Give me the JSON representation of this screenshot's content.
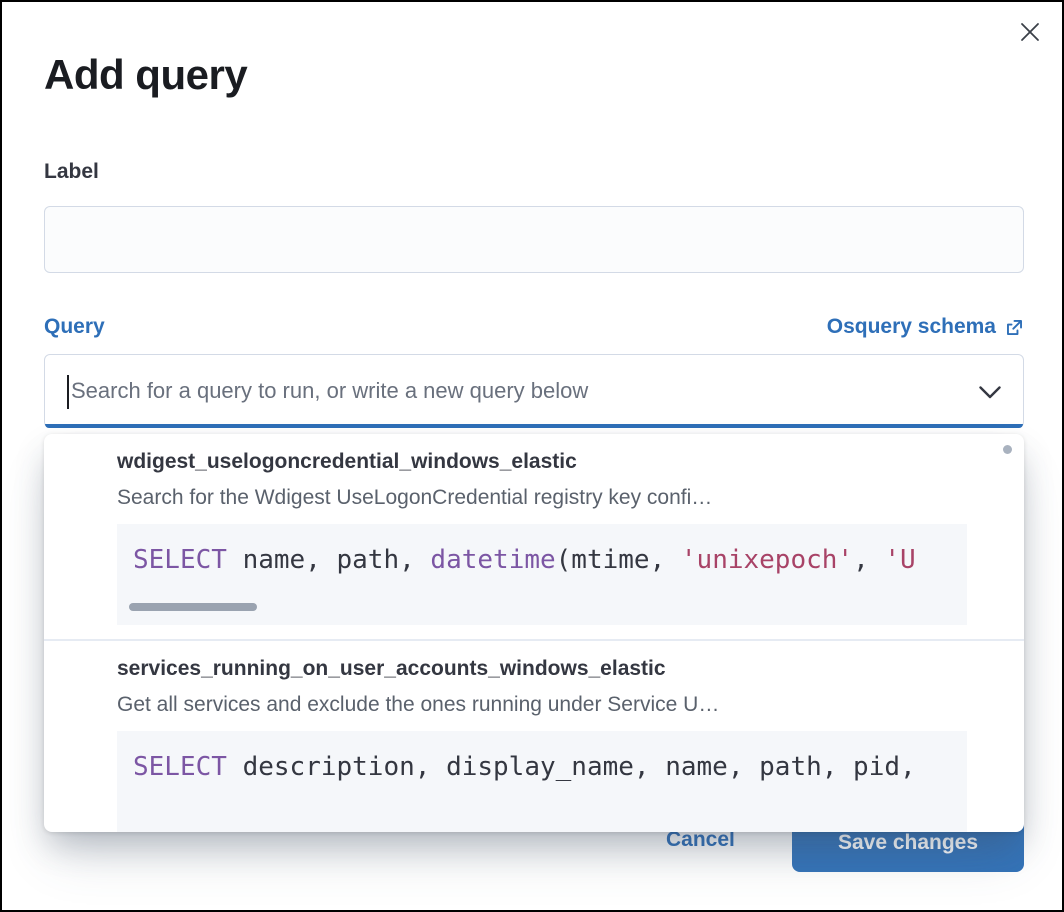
{
  "colors": {
    "accent": "#2e6fb8",
    "save-button-bg": "#3574b9",
    "code-keyword": "#7c56a4",
    "code-string": "#a84367",
    "code-bg": "#f5f7fa",
    "text-primary": "#343741",
    "text-subdued": "#5a616c",
    "placeholder": "#69707d"
  },
  "icons": {
    "close": "x-cross",
    "external_link": "popout-box-arrow",
    "chevron": "chevron-down"
  },
  "modal": {
    "title": "Add query",
    "label_field": {
      "label": "Label",
      "value": ""
    },
    "query_field": {
      "label": "Query",
      "schema_link_label": "Osquery schema",
      "combobox_placeholder": "Search for a query to run, or write a new query below",
      "combobox_value": ""
    },
    "dropdown": {
      "options": [
        {
          "title": "wdigest_uselogoncredential_windows_elastic",
          "description": "Search for the Wdigest UseLogonCredential registry key confi…",
          "code_tokens": [
            {
              "text": "SELECT",
              "type": "keyword"
            },
            {
              "text": " name, path, ",
              "type": "plain"
            },
            {
              "text": "datetime",
              "type": "keyword"
            },
            {
              "text": "(mtime, ",
              "type": "plain"
            },
            {
              "text": "'unixepoch'",
              "type": "string"
            },
            {
              "text": ", ",
              "type": "plain"
            },
            {
              "text": "'U",
              "type": "string"
            }
          ]
        },
        {
          "title": "services_running_on_user_accounts_windows_elastic",
          "description": "Get all services and exclude the ones running under Service U…",
          "code_tokens": [
            {
              "text": "SELECT",
              "type": "keyword"
            },
            {
              "text": " description, display_name, name, path, pid,",
              "type": "plain"
            }
          ]
        }
      ]
    },
    "footer": {
      "cancel_label": "Cancel",
      "save_label": "Save changes"
    }
  }
}
